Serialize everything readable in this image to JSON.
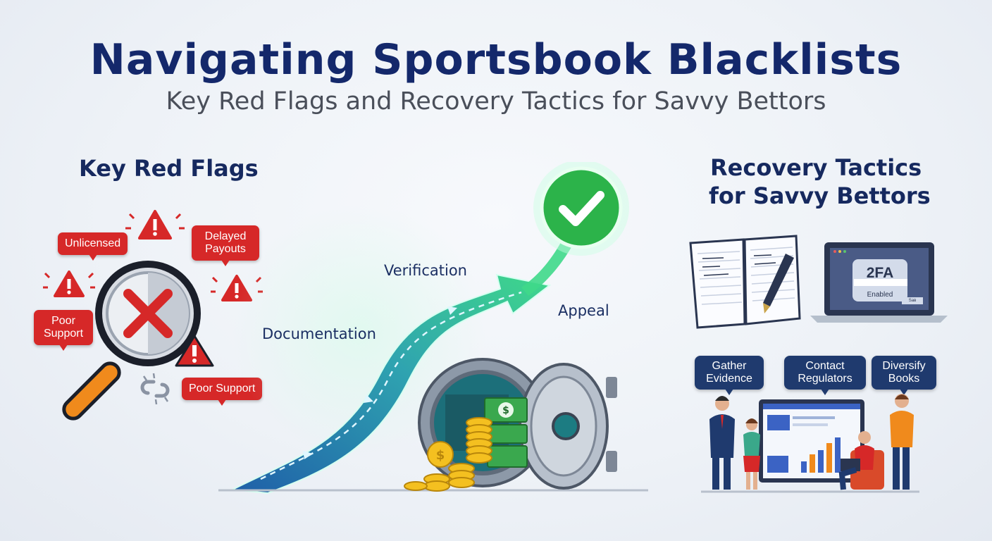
{
  "header": {
    "title": "Navigating Sportsbook Blacklists",
    "subtitle": "Key Red Flags and Recovery Tactics for Savvy Bettors"
  },
  "red_flags": {
    "heading": "Key Red Flags",
    "labels": {
      "unlicensed": "Unlicensed",
      "delayed_payouts": "Delayed Payouts",
      "poor_support_left": "Poor Support",
      "poor_support_bottom": "Poor Support"
    },
    "colors": {
      "flag_red": "#d62828",
      "magnifier_handle": "#f08a1c"
    },
    "icons": [
      "warning-icon",
      "magnifier-icon",
      "x-mark-icon",
      "broken-link-icon"
    ]
  },
  "path": {
    "steps": {
      "documentation": "Documentation",
      "verification": "Verification",
      "appeal": "Appeal"
    },
    "colors": {
      "start": "#1f5fa8",
      "end": "#3fd88a",
      "check": "#2cb34a"
    },
    "icons": [
      "checkmark-icon",
      "vault-icon",
      "coins-icon",
      "cash-icon"
    ]
  },
  "recovery": {
    "heading_line1": "Recovery Tactics",
    "heading_line2": "for Savvy Bettors",
    "laptop": {
      "badge": "2FA",
      "status": "Enabled",
      "button": "Sав"
    },
    "tactics": {
      "gather": "Gather Evidence",
      "contact": "Contact Regulators",
      "diversify": "Diversify Books"
    },
    "colors": {
      "tactic_bg": "#1f3a6e"
    },
    "icons": [
      "notebook-icon",
      "pen-icon",
      "laptop-icon",
      "dashboard-icon",
      "team-icon"
    ]
  }
}
